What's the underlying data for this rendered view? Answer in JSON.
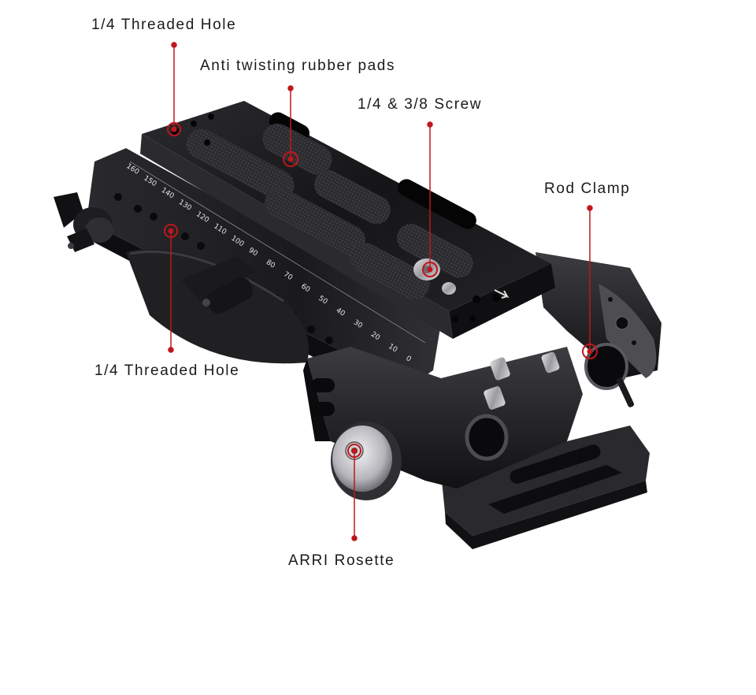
{
  "callouts": {
    "top_threaded_hole": "1/4 Threaded Hole",
    "rubber_pads": "Anti twisting rubber pads",
    "screw": "1/4 & 3/8 Screw",
    "rod_clamp": "Rod Clamp",
    "side_threaded_hole": "1/4 Threaded Hole",
    "rosette": "ARRI Rosette"
  },
  "scale_marks": [
    "160",
    "150",
    "140",
    "130",
    "120",
    "110",
    "100",
    "90",
    "80",
    "70",
    "60",
    "50",
    "40",
    "30",
    "20",
    "10",
    "0"
  ],
  "colors": {
    "accent": "#c0161c",
    "metal_dark": "#1c1c1e",
    "metal_mid": "#3a3a3e",
    "metal_light": "#8a8a90",
    "text": "#1a1a1a"
  }
}
